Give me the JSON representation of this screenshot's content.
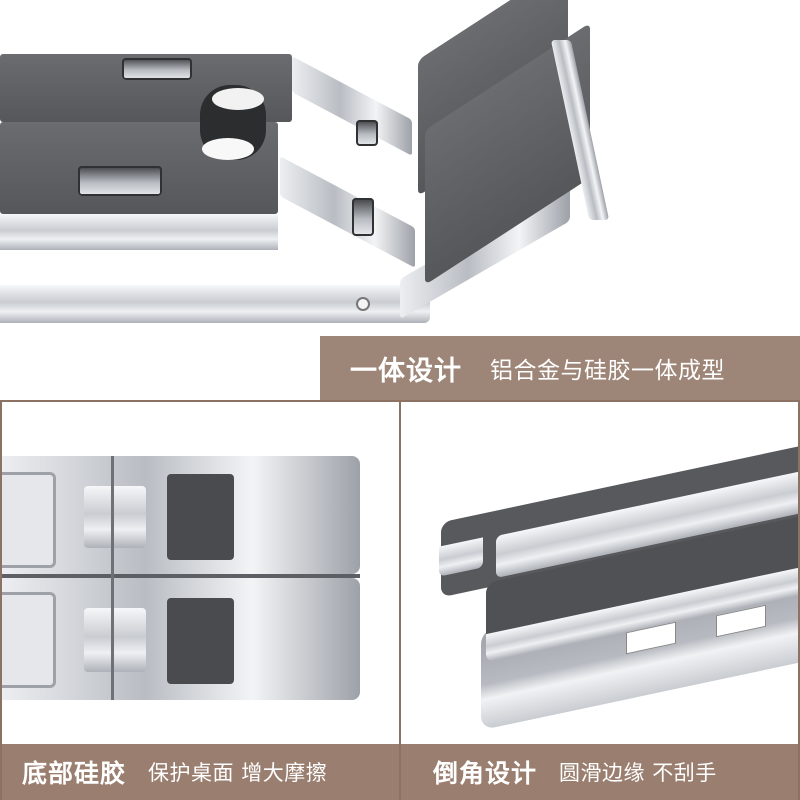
{
  "image": {
    "type": "product-feature-collage",
    "subject": "aluminum laptop stand with silicone pads",
    "colors": {
      "caption_bar": "#9d8577",
      "panel_border": "#8c7262",
      "caption_text": "#ffffff",
      "silicone_pad": "#55575a",
      "aluminum": "#c9ccd1"
    }
  },
  "top_section": {
    "photo_label": "stand-hinge-closeup",
    "banner": {
      "title": "一体设计",
      "subtitle": "铝合金与硅胶一体成型"
    }
  },
  "bottom_panels": [
    {
      "photo_label": "underside-silicone-pads",
      "caption": {
        "title": "底部硅胶",
        "subtitle": "保护桌面 增大摩擦"
      }
    },
    {
      "photo_label": "rounded-edge-closeup",
      "caption": {
        "title": "倒角设计",
        "subtitle": "圆滑边缘 不刮手"
      }
    }
  ]
}
